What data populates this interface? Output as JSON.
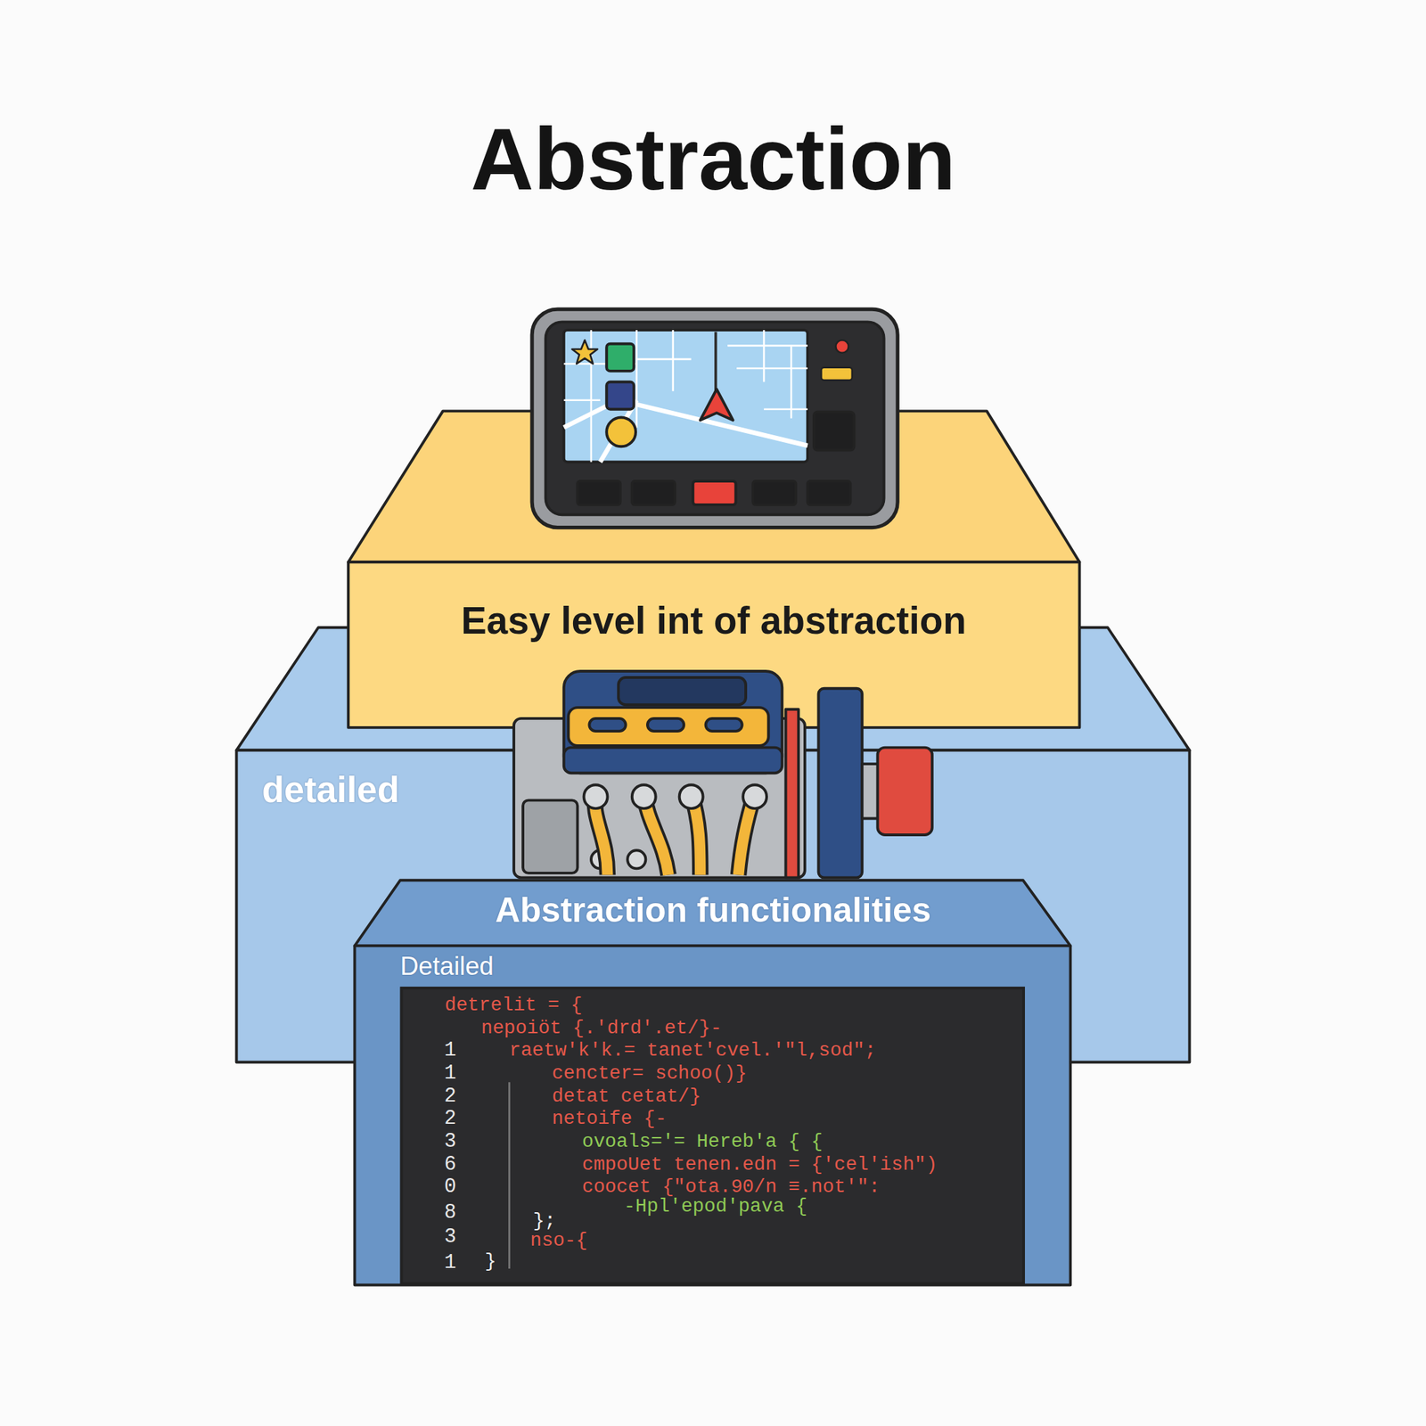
{
  "diagram": {
    "title": "Abstraction",
    "nodes": [
      {
        "text": [
          "Easy level int of abstraction"
        ]
      },
      {
        "text": [
          "detailed"
        ]
      },
      {
        "text": [
          "Abstraction functionalities",
          "Detailed"
        ]
      },
      {
        "text": [
          "detrelit = {",
          "nepoiöt {.'drd'.et/}-",
          "raetw'k'k.= tanet'cvel.'\"l,sod\";",
          "cencter= schoo()}",
          "detat cetat/}",
          "netoife {-",
          "ovoals='= Hereb'a { {",
          "cmpoUet tenen.edn = {'cel'ish\")",
          "coocet {\"ota.90/n ≡.not'\":",
          "-Hpl'epod'pava {",
          "};",
          "nso-{",
          "}"
        ],
        "in": 2
      }
    ],
    "labels": [
      "1",
      "1",
      "2",
      "2",
      "3",
      "6",
      "0",
      "8",
      "3",
      "1"
    ]
  }
}
